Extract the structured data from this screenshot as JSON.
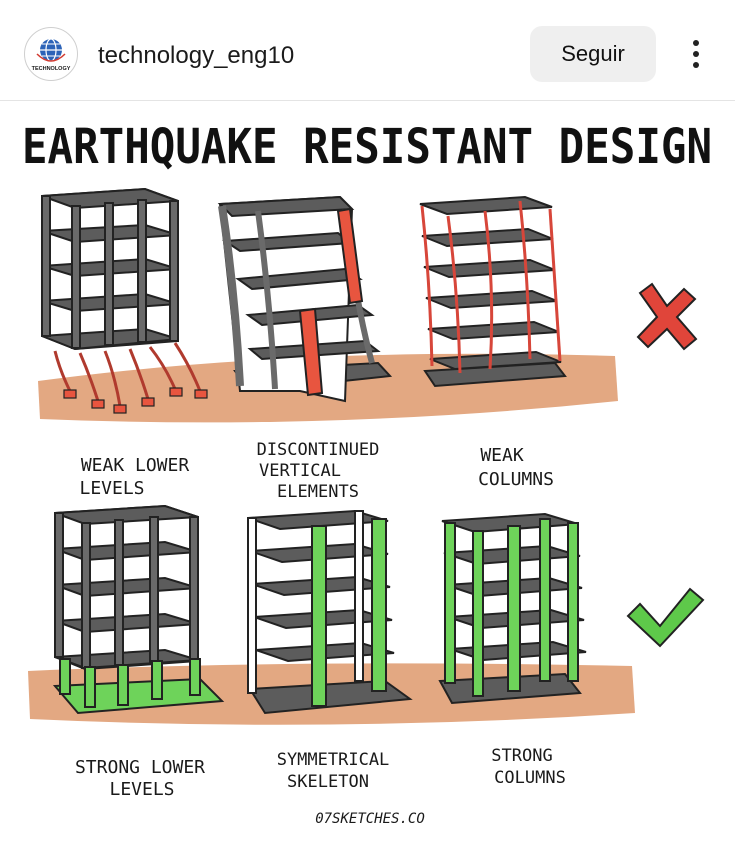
{
  "header": {
    "account_name": "technology_eng10",
    "avatar_label": "TECHNOLOGY",
    "follow_label": "Seguir",
    "more_icon": "vertical-ellipsis-icon"
  },
  "post": {
    "title": "EARTHQUAKE RESISTANT DESIGN",
    "bad_row": {
      "marker_icon": "cross-icon",
      "marker_color": "#e0453a",
      "captions": [
        {
          "lines": [
            "WEAK LOWER",
            "LEVELS"
          ]
        },
        {
          "lines": [
            "DISCONTINUED",
            "VERTICAL",
            "ELEMENTS"
          ]
        },
        {
          "lines": [
            "WEAK",
            "COLUMNS"
          ]
        }
      ]
    },
    "good_row": {
      "marker_icon": "check-icon",
      "marker_color": "#5ec94a",
      "captions": [
        {
          "lines": [
            "STRONG LOWER",
            "LEVELS"
          ]
        },
        {
          "lines": [
            "SYMMETRICAL",
            "SKELETON"
          ]
        },
        {
          "lines": [
            "STRONG",
            "COLUMNS"
          ]
        }
      ]
    },
    "credit": "07SKETCHES.CO",
    "colors": {
      "ground": "#e3a882",
      "slab": "#5c5c5c",
      "weak_element": "#e8553f",
      "strong_element": "#6ed35a"
    }
  }
}
